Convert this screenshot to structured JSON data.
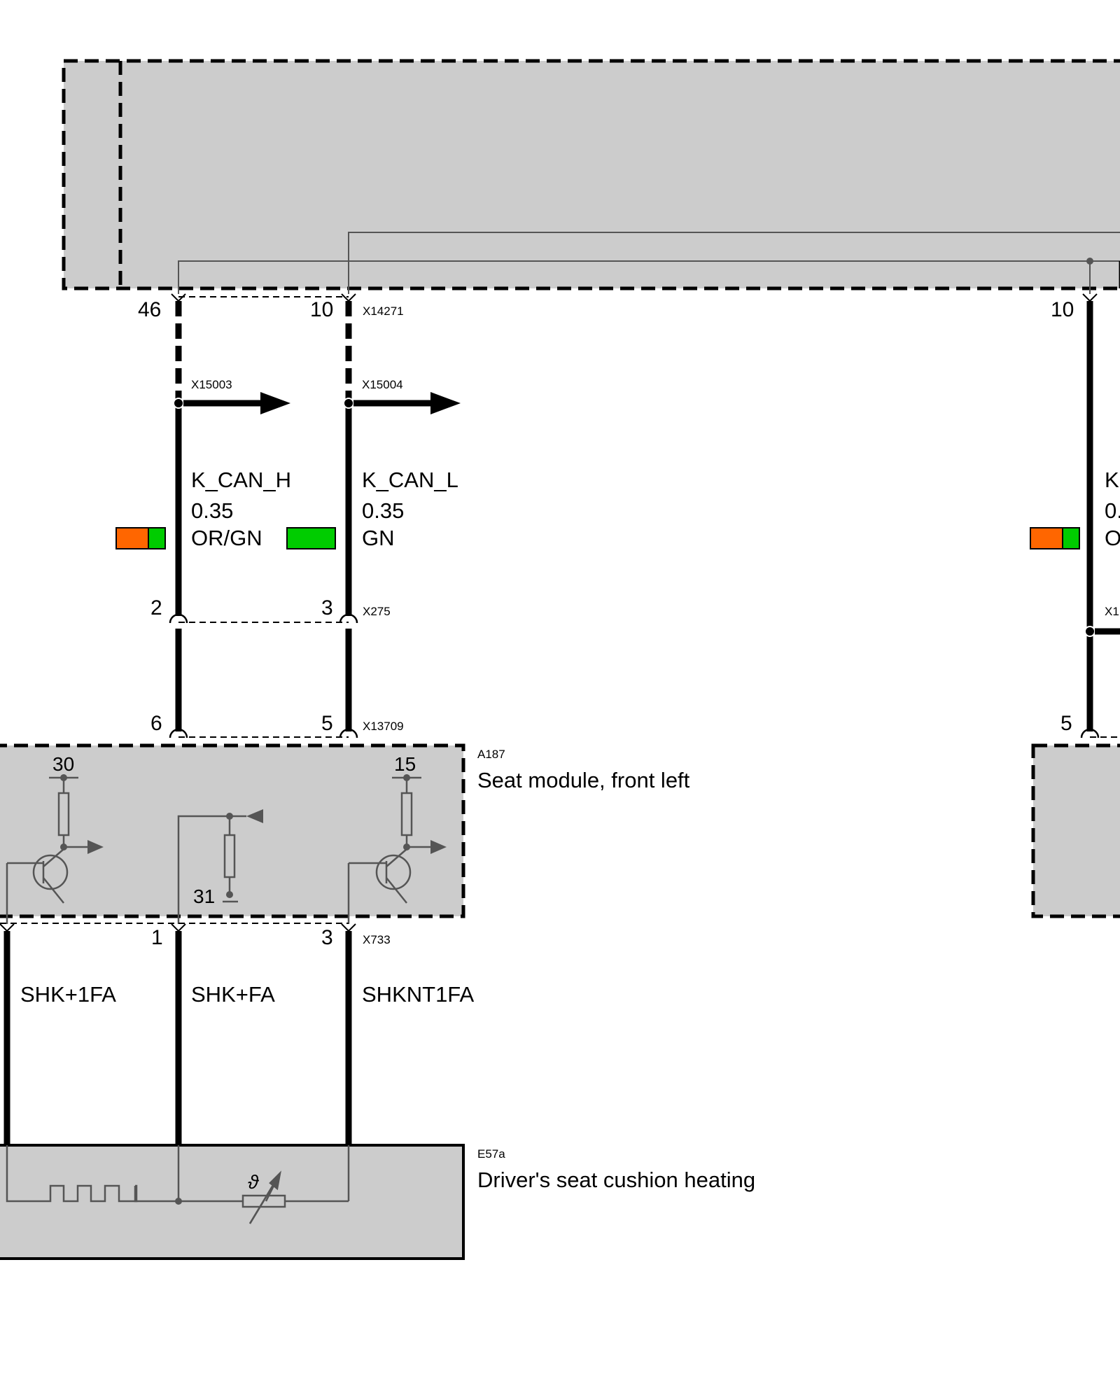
{
  "colors": {
    "module_fill": "#cccccc",
    "wire": "#000000",
    "orange": "#ff6600",
    "green": "#00cc00",
    "internal": "#555555"
  },
  "connectors": {
    "x14271": "X14271",
    "x15003": "X15003",
    "x15004": "X15004",
    "x275": "X275",
    "x13709": "X13709",
    "x733": "X733",
    "right_partial": "X1"
  },
  "pins": {
    "p46": "46",
    "p10_left": "10",
    "p10_right": "10",
    "p2": "2",
    "p3_upper": "3",
    "p6": "6",
    "p5_left": "5",
    "p5_right": "5",
    "p1": "1",
    "p3_lower": "3"
  },
  "wires": {
    "k_can_h": {
      "name": "K_CAN_H",
      "gauge": "0.35",
      "color": "OR/GN"
    },
    "k_can_l": {
      "name": "K_CAN_L",
      "gauge": "0.35",
      "color": "GN"
    },
    "right": {
      "name": "K",
      "gauge": "0.",
      "color": "O"
    },
    "shk_1fa": "SHK+1FA",
    "shk_fa": "SHK+FA",
    "shknt1fa": "SHKNT1FA"
  },
  "components": {
    "seat_module": {
      "code": "A187",
      "name": "Seat module, front left"
    },
    "seat_heating": {
      "code": "E57a",
      "name": "Driver's seat cushion heating"
    }
  },
  "terminals": {
    "t30": "30",
    "t15": "15",
    "t31": "31"
  },
  "symbols": {
    "theta": "ϑ"
  }
}
